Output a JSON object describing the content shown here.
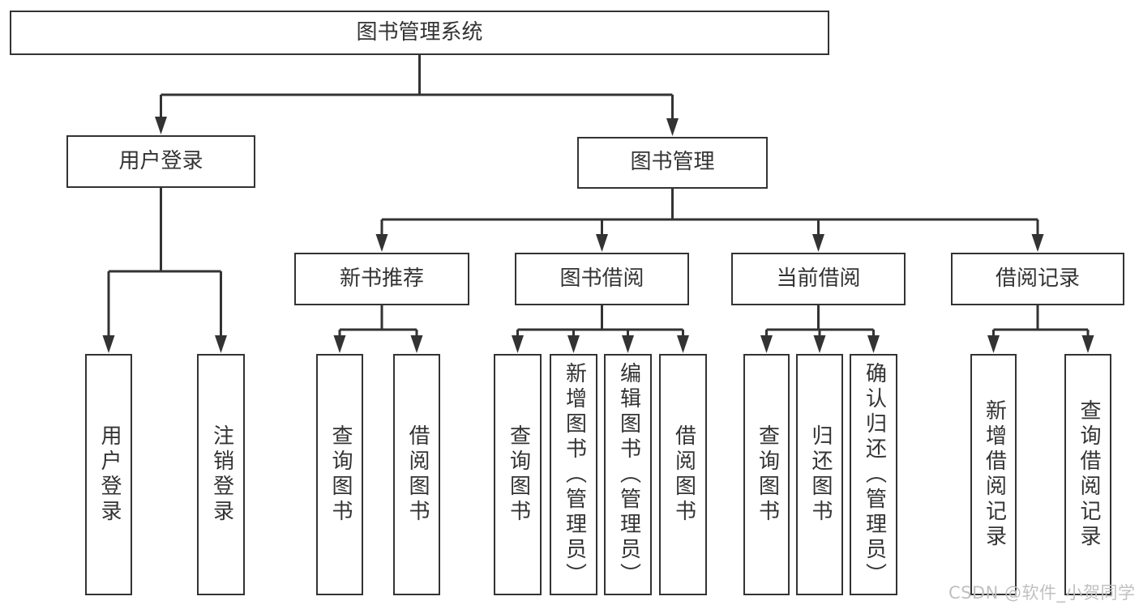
{
  "colors": {
    "line": "#333333",
    "box_border": "#333333",
    "text": "#333333",
    "background": "#ffffff",
    "watermark": "#c0c0c0"
  },
  "watermark": {
    "text": "CSDN @软件_小贺同学"
  },
  "tree": {
    "root": {
      "label": "图书管理系统"
    },
    "level2": [
      {
        "label": "用户登录",
        "leaves": [
          {
            "label": "用户登录"
          },
          {
            "label": "注销登录"
          }
        ]
      },
      {
        "label": "图书管理",
        "sections": [
          {
            "label": "新书推荐",
            "leaves": [
              {
                "label": "查询图书"
              },
              {
                "label": "借阅图书"
              }
            ]
          },
          {
            "label": "图书借阅",
            "leaves": [
              {
                "label": "查询图书"
              },
              {
                "label": "新增图书（管理员）"
              },
              {
                "label": "编辑图书（管理员）"
              },
              {
                "label": "借阅图书"
              }
            ]
          },
          {
            "label": "当前借阅",
            "leaves": [
              {
                "label": "查询图书"
              },
              {
                "label": "归还图书"
              },
              {
                "label": "确认归还（管理员）"
              }
            ]
          },
          {
            "label": "借阅记录",
            "leaves": [
              {
                "label": "新增借阅记录"
              },
              {
                "label": "查询借阅记录"
              }
            ]
          }
        ]
      }
    ]
  }
}
